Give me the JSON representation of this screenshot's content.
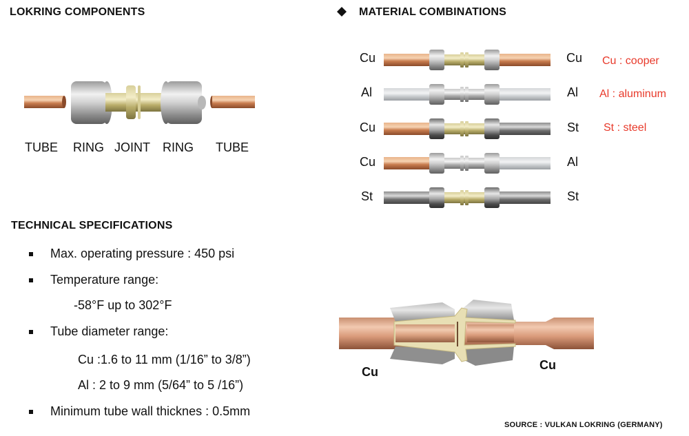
{
  "components": {
    "heading": "LOKRING COMPONENTS",
    "labels": [
      "TUBE",
      "RING",
      "JOINT",
      "RING",
      "TUBE"
    ]
  },
  "materials": {
    "heading": "MATERIAL COMBINATIONS",
    "heading_icon": "diamond-bullet-icon",
    "rows": [
      {
        "left": "Cu",
        "right": "Cu",
        "note": "Cu : cooper",
        "left_color": "copper",
        "right_color": "copper",
        "joint": "brass"
      },
      {
        "left": "Al",
        "right": "Al",
        "note": "Al : aluminum",
        "left_color": "aluminum",
        "right_color": "aluminum",
        "joint": "silver"
      },
      {
        "left": "Cu",
        "right": "St",
        "note": "St : steel",
        "left_color": "copper",
        "right_color": "steel",
        "joint": "brass"
      },
      {
        "left": "Cu",
        "right": "Al",
        "note": "",
        "left_color": "copper",
        "right_color": "aluminum",
        "joint": "silver"
      },
      {
        "left": "St",
        "right": "St",
        "note": "",
        "left_color": "steel",
        "right_color": "steel",
        "joint": "brass"
      }
    ],
    "note_color": "#e8392a"
  },
  "specs": {
    "heading": "TECHNICAL SPECIFICATIONS",
    "items": [
      "Max. operating pressure : 450 psi",
      "Temperature range:",
      "-58°F up to 302°F",
      "Tube diameter range:",
      "Cu :1.6 to 11 mm (1/16” to 3/8”)",
      "Al : 2 to 9 mm (5/64” to 5 /16”)",
      "Minimum tube wall thicknes : 0.5mm"
    ]
  },
  "cutaway": {
    "left_label": "Cu",
    "right_label": "Cu"
  },
  "source": "SOURCE : VULKAN LOKRING (GERMANY)"
}
